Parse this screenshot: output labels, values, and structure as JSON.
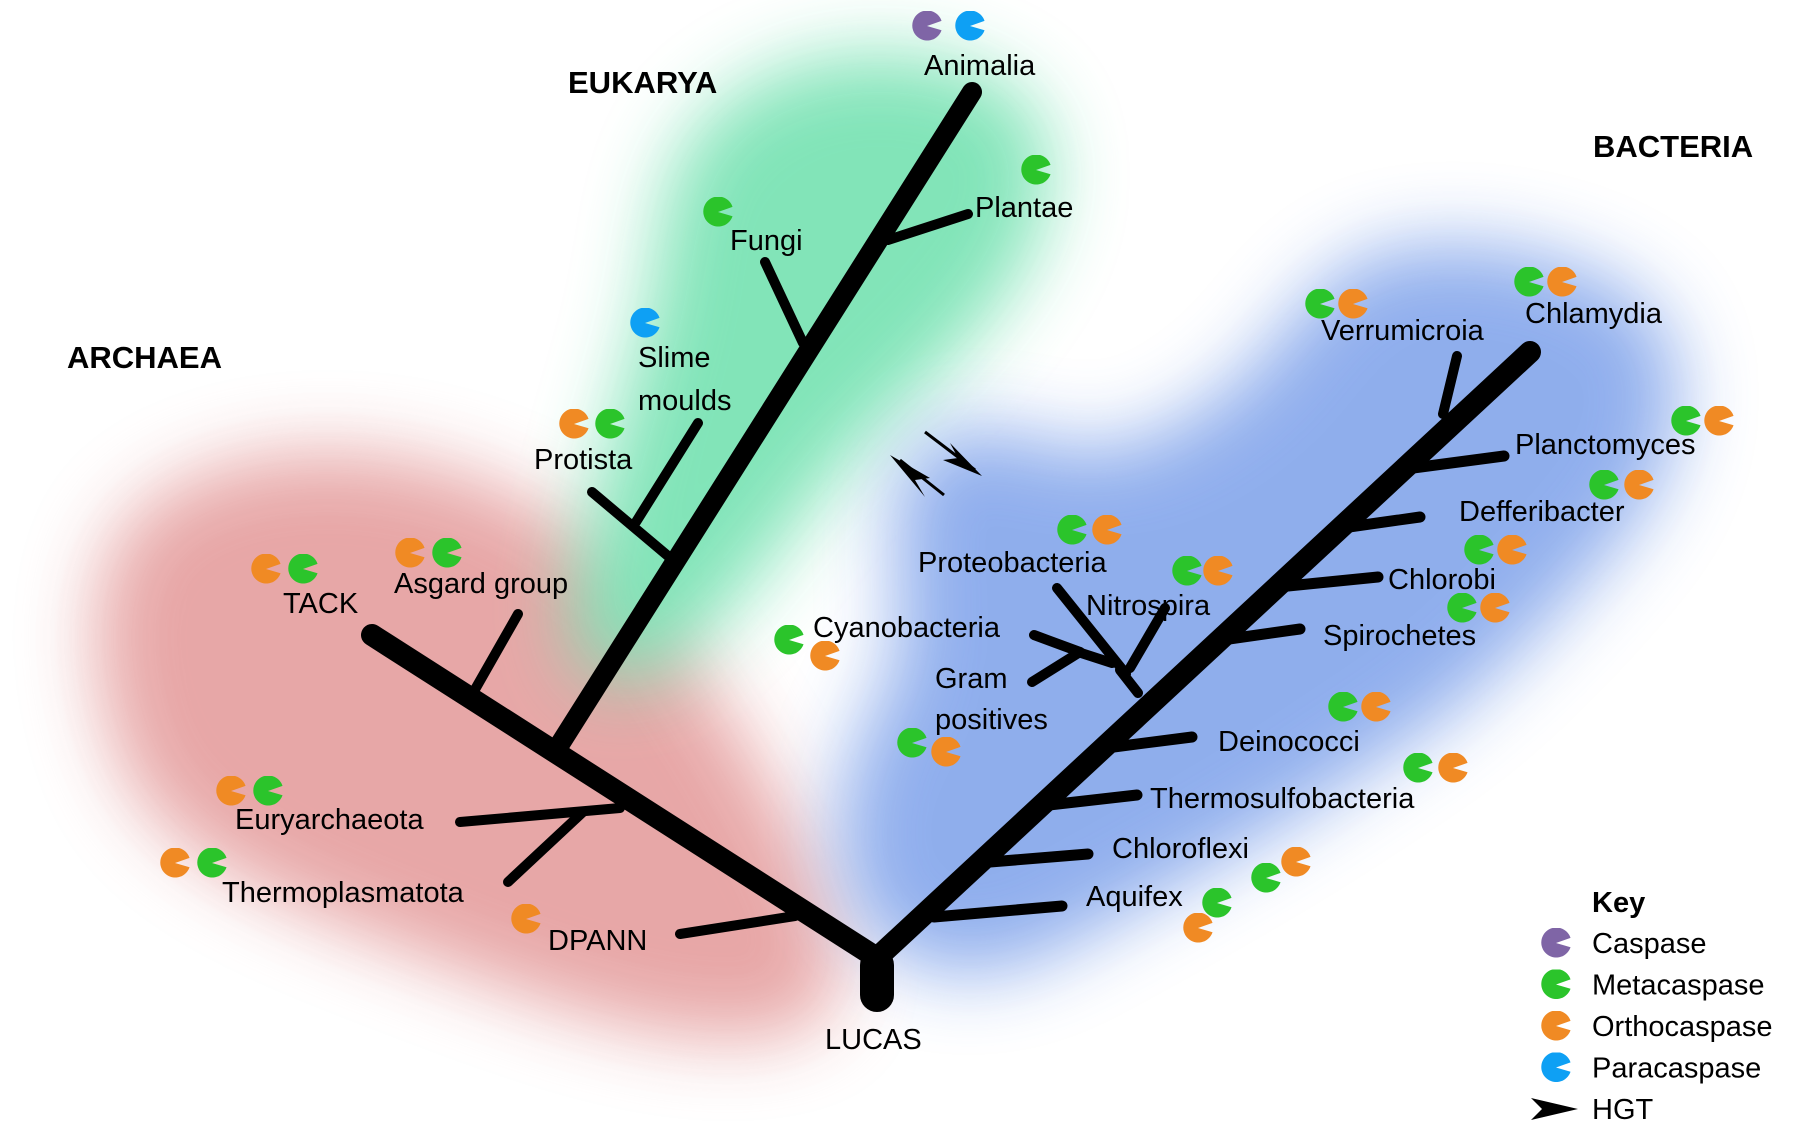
{
  "colors": {
    "caspase": "#7f65a6",
    "metacaspase": "#2bc42b",
    "orthocaspase": "#f08a24",
    "paracaspase": "#0ea0f4",
    "archaea_region": "#e6a3a3",
    "eukarya_region": "#7be3b5",
    "bacteria_region": "#8aaaec",
    "branch": "#000000"
  },
  "domains": {
    "eukarya": "EUKARYA",
    "archaea": "ARCHAEA",
    "bacteria": "BACTERIA"
  },
  "root": {
    "label": "LUCAS"
  },
  "taxa": {
    "animalia": {
      "label": "Animalia",
      "proteases": [
        "caspase",
        "paracaspase"
      ]
    },
    "plantae": {
      "label": "Plantae",
      "proteases": [
        "metacaspase"
      ]
    },
    "fungi": {
      "label": "Fungi",
      "proteases": [
        "metacaspase"
      ]
    },
    "slime_moulds": {
      "label_line1": "Slime",
      "label_line2": "moulds",
      "proteases": [
        "paracaspase"
      ]
    },
    "protista": {
      "label": "Protista",
      "proteases": [
        "orthocaspase",
        "metacaspase"
      ]
    },
    "tack": {
      "label": "TACK",
      "proteases": [
        "orthocaspase",
        "metacaspase"
      ]
    },
    "asgard": {
      "label": "Asgard group",
      "proteases": [
        "orthocaspase",
        "metacaspase"
      ]
    },
    "euryarchaeota": {
      "label": "Euryarchaeota",
      "proteases": [
        "orthocaspase",
        "metacaspase"
      ]
    },
    "thermoplasmatota": {
      "label": "Thermoplasmatota",
      "proteases": [
        "orthocaspase",
        "metacaspase"
      ]
    },
    "dpann": {
      "label": "DPANN",
      "proteases": [
        "orthocaspase"
      ]
    },
    "verrumicroia": {
      "label": "Verrumicroia",
      "proteases": [
        "metacaspase",
        "orthocaspase"
      ]
    },
    "chlamydia": {
      "label": "Chlamydia",
      "proteases": [
        "metacaspase",
        "orthocaspase"
      ]
    },
    "planctomyces": {
      "label": "Planctomyces",
      "proteases": [
        "metacaspase",
        "orthocaspase"
      ]
    },
    "defferibacter": {
      "label": "Defferibacter",
      "proteases": [
        "metacaspase",
        "orthocaspase"
      ]
    },
    "chlorobi": {
      "label": "Chlorobi",
      "proteases": [
        "metacaspase",
        "orthocaspase"
      ]
    },
    "spirochetes": {
      "label": "Spirochetes",
      "proteases": [
        "metacaspase",
        "orthocaspase"
      ]
    },
    "proteobacteria": {
      "label": "Proteobacteria",
      "proteases": [
        "metacaspase",
        "orthocaspase"
      ]
    },
    "nitrospira": {
      "label": "Nitrospira",
      "proteases": [
        "metacaspase",
        "orthocaspase"
      ]
    },
    "cyanobacteria": {
      "label": "Cyanobacteria",
      "proteases": [
        "metacaspase",
        "orthocaspase"
      ]
    },
    "gram_positives": {
      "label_line1": "Gram",
      "label_line2": "positives",
      "proteases": [
        "metacaspase",
        "orthocaspase"
      ]
    },
    "deinococci": {
      "label": "Deinococci",
      "proteases": [
        "metacaspase",
        "orthocaspase"
      ]
    },
    "thermosulfobacteria": {
      "label": "Thermosulfobacteria",
      "proteases": [
        "metacaspase",
        "orthocaspase"
      ]
    },
    "chloroflexi": {
      "label": "Chloroflexi",
      "proteases": [
        "metacaspase",
        "orthocaspase"
      ]
    },
    "aquifex": {
      "label": "Aquifex",
      "proteases": [
        "orthocaspase",
        "metacaspase"
      ]
    }
  },
  "hgt": {
    "direction": "bidirectional",
    "between": [
      "eukarya",
      "bacteria"
    ]
  },
  "key": {
    "title": "Key",
    "items": [
      {
        "id": "caspase",
        "label": "Caspase",
        "icon": "pacman-icon"
      },
      {
        "id": "metacaspase",
        "label": "Metacaspase",
        "icon": "pacman-icon"
      },
      {
        "id": "orthocaspase",
        "label": "Orthocaspase",
        "icon": "pacman-icon"
      },
      {
        "id": "paracaspase",
        "label": "Paracaspase",
        "icon": "pacman-icon"
      },
      {
        "id": "hgt",
        "label": "HGT",
        "icon": "arrow-icon"
      }
    ]
  }
}
